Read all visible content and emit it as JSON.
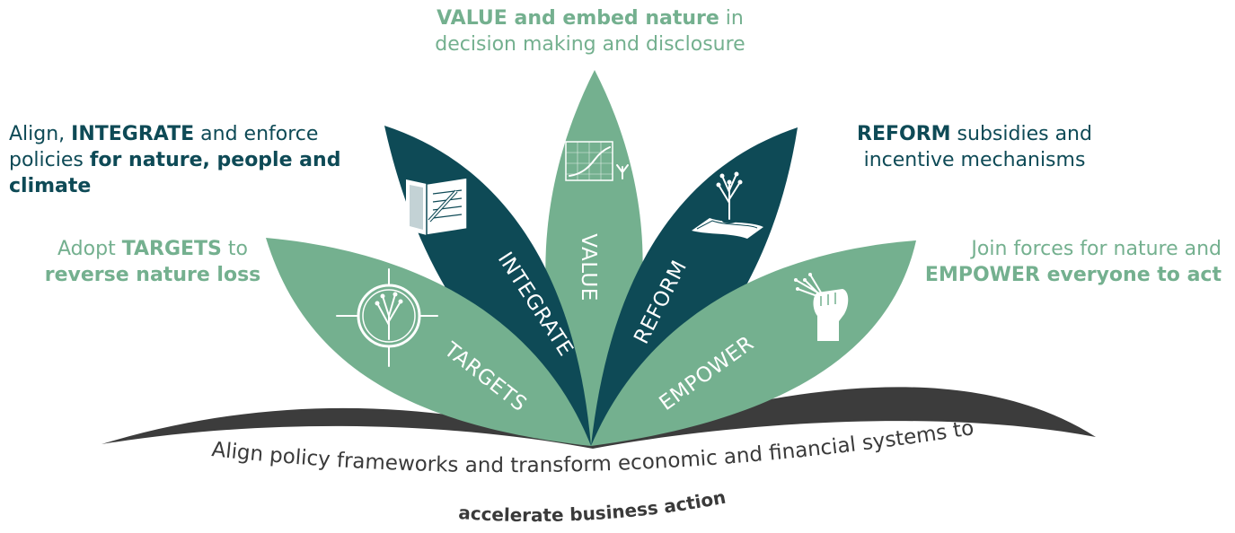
{
  "captions": {
    "value": {
      "bold": "VALUE and embed nature",
      "after": " in",
      "line2": "decision making and disclosure"
    },
    "integrate": {
      "pre": "Align, ",
      "bold1": "INTEGRATE",
      "mid": " and enforce",
      "line2pre": "policies ",
      "bold2": "for nature, people and",
      "bold3": "climate"
    },
    "reform": {
      "bold": "REFORM",
      "after": " subsidies and",
      "line2": "incentive mechanisms"
    },
    "targets": {
      "pre": "Adopt ",
      "bold1": "TARGETS",
      "after": " to",
      "bold2": "reverse nature loss"
    },
    "empower": {
      "line1": "Join forces for nature and",
      "bold": "EMPOWER everyone to act"
    }
  },
  "petals": {
    "targets": "TARGETS",
    "integrate": "INTEGRATE",
    "value": "VALUE",
    "reform": "REFORM",
    "empower": "EMPOWER"
  },
  "base": {
    "line1": "Align policy frameworks and transform economic and financial systems to",
    "line2": "accelerate business action"
  },
  "icons": {
    "targets": "crosshair-plant-icon",
    "integrate": "notebook-pen-icon",
    "value": "growth-chart-icon",
    "reform": "money-plant-icon",
    "empower": "raised-fist-plant-icon"
  },
  "colors": {
    "light_green": "#74b08f",
    "dark_teal": "#0e4a56",
    "base_gray": "#3a3a3a"
  }
}
